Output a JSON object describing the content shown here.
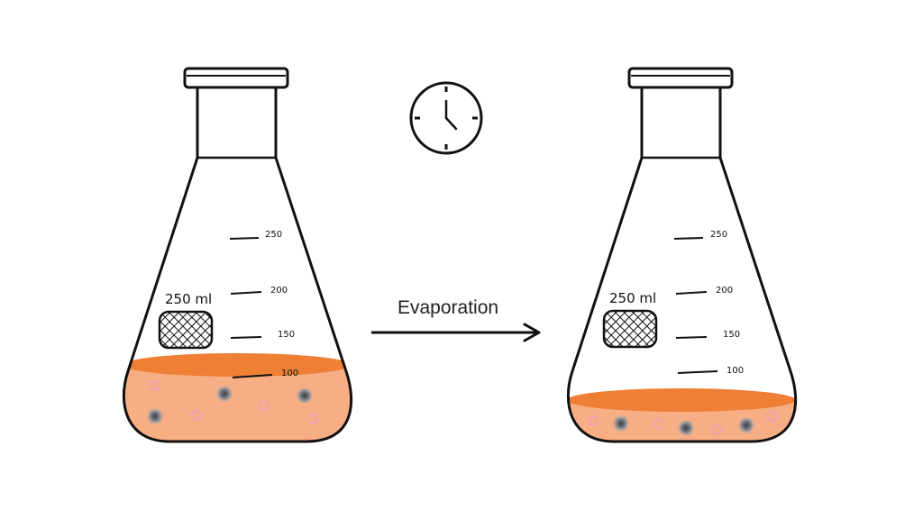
{
  "process": {
    "label": "Evaporation"
  },
  "flasks": [
    {
      "volume_label": "250 ml",
      "graduations": [
        "250",
        "200",
        "150",
        "100"
      ],
      "liquid_level": "high",
      "particles": [
        {
          "kind": "dark"
        },
        {
          "kind": "dark"
        },
        {
          "kind": "dark"
        },
        {
          "kind": "light"
        },
        {
          "kind": "light"
        },
        {
          "kind": "light"
        },
        {
          "kind": "light"
        }
      ]
    },
    {
      "volume_label": "250 ml",
      "graduations": [
        "250",
        "200",
        "150",
        "100"
      ],
      "liquid_level": "low",
      "particles": [
        {
          "kind": "dark"
        },
        {
          "kind": "dark"
        },
        {
          "kind": "dark"
        },
        {
          "kind": "light"
        },
        {
          "kind": "light"
        },
        {
          "kind": "light"
        },
        {
          "kind": "light"
        }
      ]
    }
  ],
  "icons": {
    "clock": "clock-icon",
    "arrow": "arrow-right-icon"
  },
  "colors": {
    "liquid": "#F7AE85",
    "liquid_surface": "#EE7F34",
    "particle_dark": "#7d7f86",
    "particle_light": "#f3a3a8",
    "outline": "#111111"
  }
}
